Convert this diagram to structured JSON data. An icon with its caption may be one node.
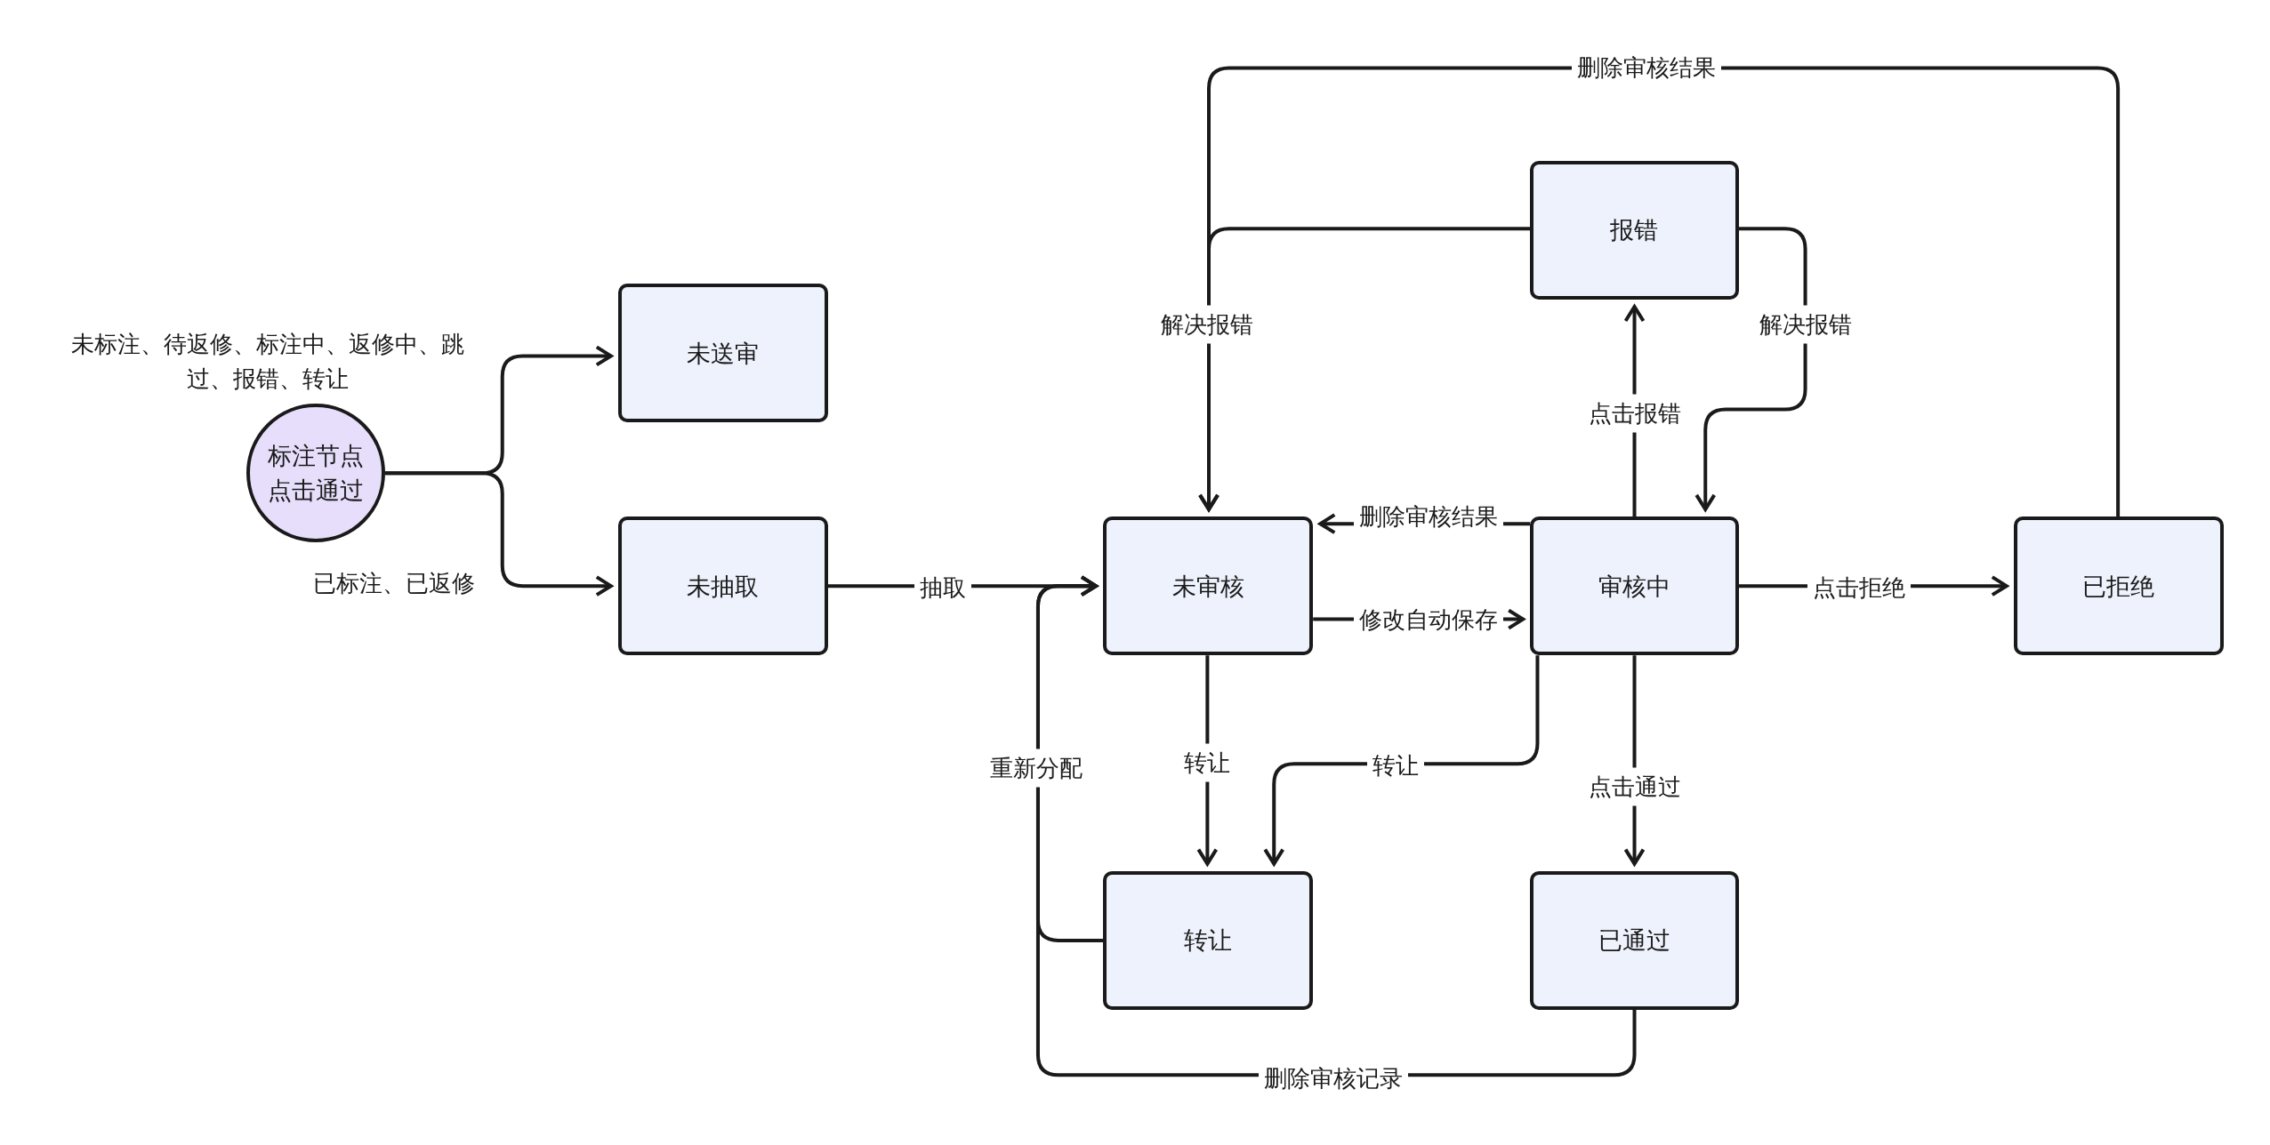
{
  "diagram": {
    "nodes": [
      {
        "text": [
          "标注节点点击通过"
        ]
      },
      {
        "text": [
          "未送审"
        ]
      },
      {
        "text": [
          "未抽取"
        ]
      },
      {
        "text": [
          "未审核"
        ]
      },
      {
        "text": [
          "审核中"
        ]
      },
      {
        "text": [
          "报错"
        ]
      },
      {
        "text": [
          "已拒绝"
        ]
      },
      {
        "text": [
          "转让"
        ]
      },
      {
        "text": [
          "已通过"
        ]
      }
    ],
    "edges": [
      {
        "from": 0,
        "to": 1,
        "arrow": "to",
        "label": "未标注、待返修、标注中、返修中、跳过、报错、转让"
      },
      {
        "from": 0,
        "to": 2,
        "arrow": "to",
        "label": "已标注、已返修"
      },
      {
        "from": 2,
        "to": 3,
        "arrow": "to",
        "label": "抽取"
      },
      {
        "from": 4,
        "to": 3,
        "arrow": "to",
        "label": "删除审核结果"
      },
      {
        "from": 3,
        "to": 4,
        "arrow": "to",
        "label": "修改自动保存"
      },
      {
        "from": 5,
        "to": 3,
        "arrow": "to",
        "label": "解决报错"
      },
      {
        "from": 5,
        "to": 4,
        "arrow": "to",
        "label": "解决报错"
      },
      {
        "from": 6,
        "to": 3,
        "arrow": "to",
        "label": "删除审核结果"
      },
      {
        "from": 4,
        "to": 6,
        "arrow": "to",
        "label": "点击拒绝"
      },
      {
        "from": 4,
        "to": 5,
        "arrow": "to",
        "label": "点击报错"
      },
      {
        "from": 3,
        "to": 7,
        "arrow": "to",
        "label": "转让"
      },
      {
        "from": 4,
        "to": 7,
        "arrow": "to",
        "label": "转让"
      },
      {
        "from": 4,
        "to": 8,
        "arrow": "to",
        "label": "点击通过"
      },
      {
        "from": 7,
        "to": 3,
        "arrow": "to",
        "label": "重新分配"
      },
      {
        "from": 8,
        "to": 3,
        "arrow": "to",
        "label": "删除审核记录"
      }
    ]
  }
}
